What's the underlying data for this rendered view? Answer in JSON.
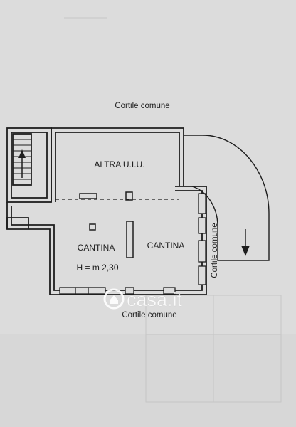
{
  "labels": {
    "courtyard_top": "Cortile comune",
    "courtyard_bottom": "Cortile comune",
    "courtyard_right": "Cortile comune",
    "other_unit": "ALTRA U.I.U.",
    "cellar_left": "CANTINA",
    "cellar_right": "CANTINA",
    "height": "H = m 2,30"
  },
  "watermark": {
    "brand": "casa.it",
    "icon": "house-pin-icon"
  },
  "colors": {
    "paper": "#dcdcdc",
    "ink": "#1e1e1e",
    "watermark": "#ffffff"
  }
}
